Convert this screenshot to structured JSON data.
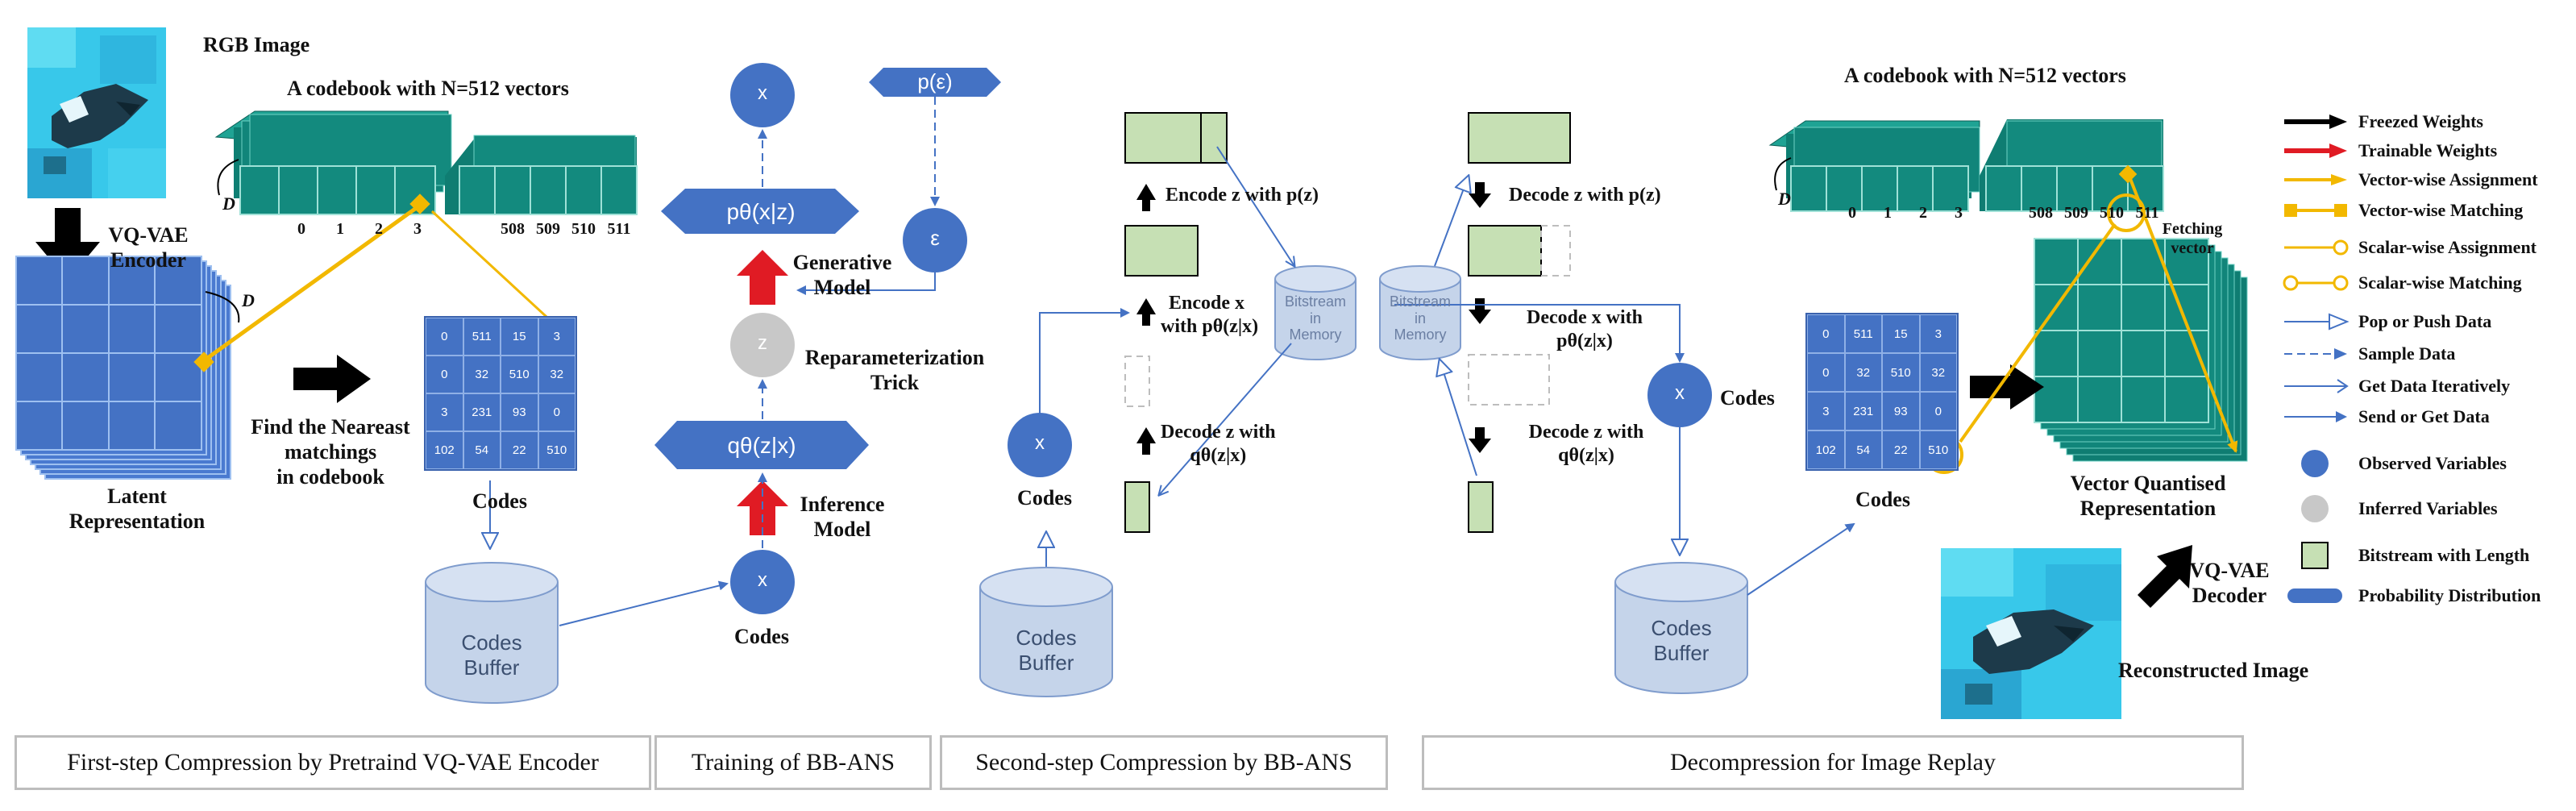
{
  "labels": {
    "rgb_image": "RGB Image",
    "codebook_left": "A codebook with N=512 vectors",
    "codebook_right": "A codebook with N=512 vectors",
    "vqvae_encoder_1": "VQ-VAE",
    "vqvae_encoder_2": "Encoder",
    "latent_1": "Latent",
    "latent_2": "Representation",
    "nearest_1": "Find the Neareast",
    "nearest_2": "matchings",
    "nearest_3": "in codebook",
    "codes_left": "Codes",
    "codes_buffer_1": "Codes",
    "codes_buffer_2": "Buffer",
    "d_label": "D",
    "generative_1": "Generative",
    "generative_2": "Model",
    "reparam_1": "Reparameterization",
    "reparam_2": "Trick",
    "inference_1": "Inference",
    "inference_2": "Model",
    "codes_training": "Codes",
    "node_x": "x",
    "node_z": "z",
    "node_eps": "ε",
    "p_eps": "p(ε)",
    "p_theta": "pθ(x|z)",
    "q_theta": "qθ(z|x)",
    "encode_z": "Encode z with p(z)",
    "encode_x_1": "Encode x",
    "encode_x_2": "with  pθ(z|x)",
    "decode_z_q_1": "Decode z with",
    "decode_z_q_2": "qθ(z|x)",
    "codes_second": "Codes",
    "bitstream_1": "Bitstream",
    "bitstream_2": "in",
    "bitstream_3": "Memory",
    "decode_z_p": "Decode z with p(z)",
    "decode_x_1": "Decode x with",
    "decode_x_2": "pθ(z|x)",
    "decode_z_q2_1": "Decode z with",
    "decode_z_q2_2": "qθ(z|x)",
    "codes_decomp": "Codes",
    "codes_right": "Codes",
    "fetching_1": "Fetching",
    "fetching_2": "vector",
    "vq_rep_1": "Vector Quantised",
    "vq_rep_2": "Representation",
    "vqvae_decoder_1": "VQ-VAE",
    "vqvae_decoder_2": "Decoder",
    "reconstructed": "Reconstructed Image"
  },
  "codebook_indices_left": [
    "0",
    "1",
    "2",
    "3",
    "508",
    "509",
    "510",
    "511"
  ],
  "codebook_indices_right": [
    "0",
    "1",
    "2",
    "3",
    "508",
    "509",
    "510",
    "511"
  ],
  "codes_grid": [
    "0",
    "511",
    "15",
    "3",
    "0",
    "32",
    "510",
    "32",
    "3",
    "231",
    "93",
    "0",
    "102",
    "54",
    "22",
    "510"
  ],
  "sections": {
    "s1": "First-step Compression by Pretraind VQ-VAE Encoder",
    "s2": "Training of BB-ANS",
    "s3": "Second-step Compression by BB-ANS",
    "s4": "Decompression for Image Replay"
  },
  "legend": [
    {
      "label": "Freezed Weights",
      "icon": "black-arrow-icon"
    },
    {
      "label": "Trainable Weights",
      "icon": "red-arrow-icon"
    },
    {
      "label": "Vector-wise Assignment",
      "icon": "yellow-diamond-arrow-icon"
    },
    {
      "label": "Vector-wise Matching",
      "icon": "yellow-square-line-icon"
    },
    {
      "label": "Scalar-wise Assignment",
      "icon": "yellow-circle-arrow-icon"
    },
    {
      "label": "Scalar-wise Matching",
      "icon": "yellow-circle-line-icon"
    },
    {
      "label": "Pop or Push Data",
      "icon": "hollow-arrow-icon"
    },
    {
      "label": "Sample Data",
      "icon": "dashed-arrow-icon"
    },
    {
      "label": "Get Data Iteratively",
      "icon": "thin-arrow-icon"
    },
    {
      "label": "Send or Get  Data",
      "icon": "send-arrow-icon"
    },
    {
      "label": "Observed Variables",
      "icon": "blue-circle-icon"
    },
    {
      "label": "Inferred Variables",
      "icon": "grey-circle-icon"
    },
    {
      "label": "Bitstream with Length",
      "icon": "green-square-icon"
    },
    {
      "label": "Probability Distribution",
      "icon": "blue-pill-icon"
    }
  ],
  "colors": {
    "blue": "#4472c4",
    "teal": "#138a7e",
    "green": "#c6e0b4",
    "yellow": "#f2b800",
    "red": "#e01b24",
    "grey": "#c8c8c8",
    "cylinder": "#c5d4ea"
  }
}
